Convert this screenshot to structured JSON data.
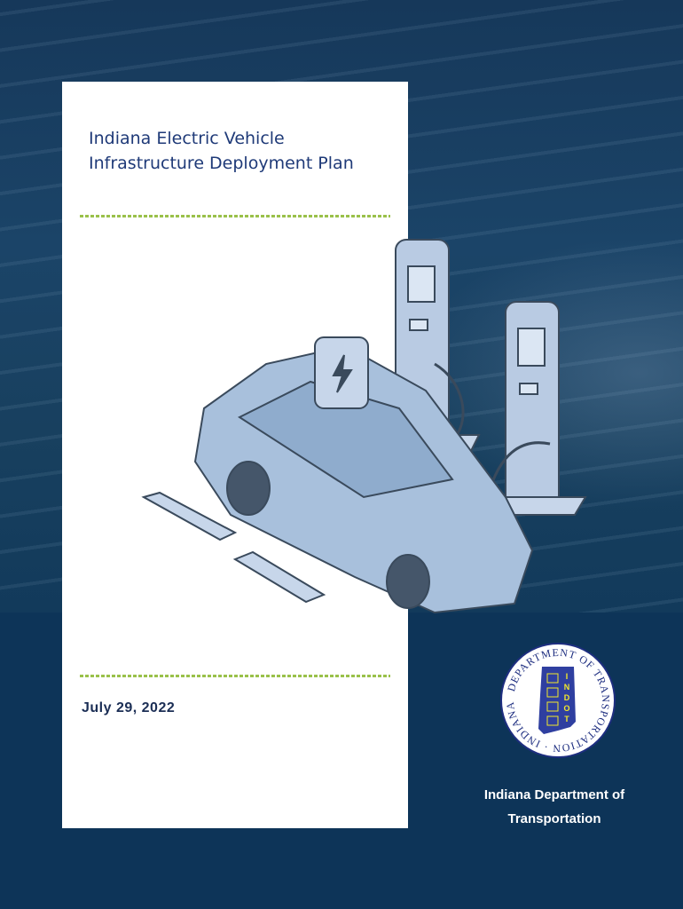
{
  "document": {
    "title_line1": "Indiana Electric Vehicle",
    "title_line2": "Infrastructure Deployment Plan",
    "date": "July 29, 2022",
    "organization_line1": "Indiana Department of",
    "organization_line2": "Transportation"
  },
  "seal": {
    "top_text": "INDIANA",
    "ring_text": "DEPARTMENT OF TRANSPORTATION",
    "center_text": "INDOT"
  },
  "colors": {
    "background": "#0d3458",
    "title": "#1f3a78",
    "divider": "#9ac14a"
  }
}
